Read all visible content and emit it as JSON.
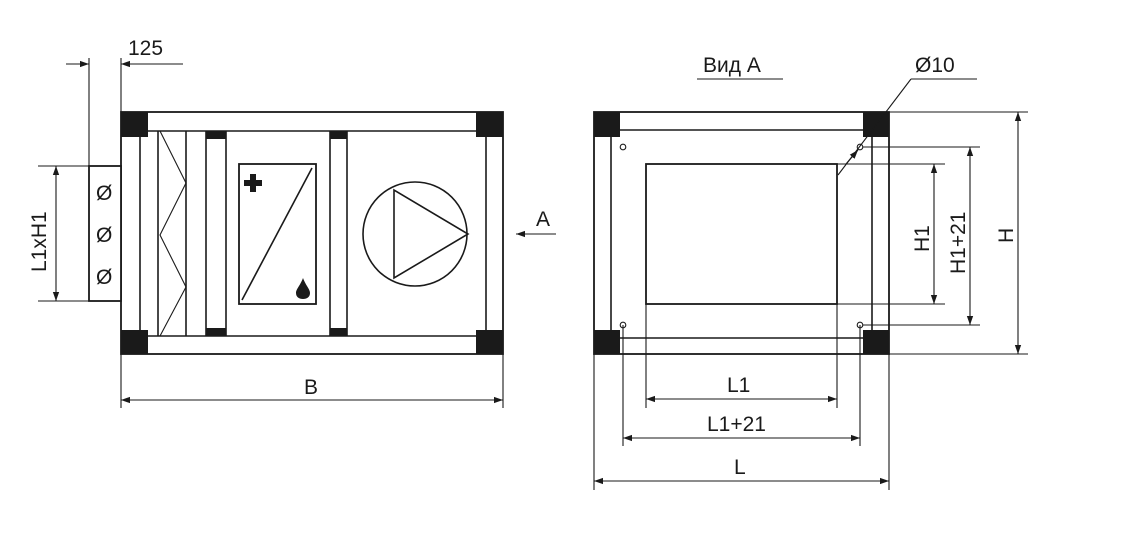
{
  "colors": {
    "line": "#1a1a1a",
    "background": "#ffffff"
  },
  "labels": {
    "top_offset": "125",
    "inlet_size": "L1xH1",
    "length_b": "B",
    "view_arrow": "A",
    "view_title": "Вид А",
    "hole_diameter": "Ø10",
    "height_h1": "H1",
    "height_h1_21": "H1+21",
    "height_h": "H",
    "width_l1": "L1",
    "width_l1_21": "L1+21",
    "width_l": "L",
    "flange_bolt_1": "Ø",
    "flange_bolt_2": "Ø",
    "flange_bolt_3": "Ø"
  },
  "icons": [
    "plus-icon",
    "water-drop-icon",
    "fan-symbol-icon",
    "filter-symbol-icon"
  ]
}
